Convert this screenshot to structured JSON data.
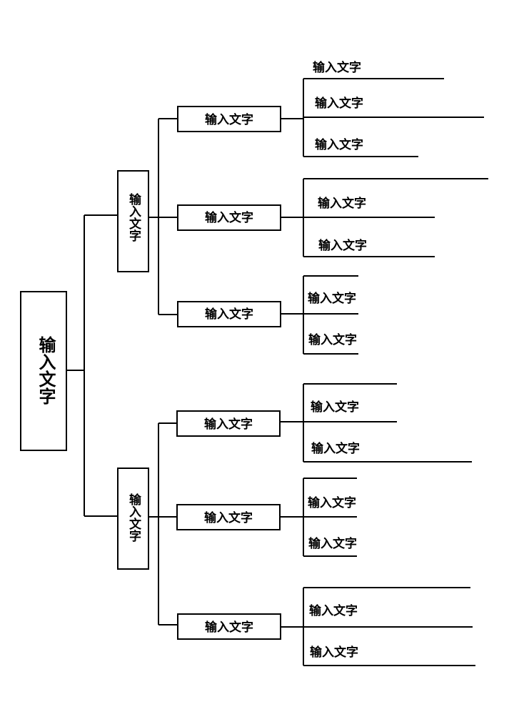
{
  "root": {
    "label": "输入文字"
  },
  "branches": [
    {
      "label": "输入文字",
      "children": [
        {
          "label": "输入文字",
          "leaves": [
            "输入文字",
            "输入文字",
            "输入文字"
          ]
        },
        {
          "label": "输入文字",
          "leaves": [
            "输入文字",
            "输入文字"
          ]
        },
        {
          "label": "输入文字",
          "leaves": [
            "输入文字",
            "输入文字"
          ]
        }
      ]
    },
    {
      "label": "输入文字",
      "children": [
        {
          "label": "输入文字",
          "leaves": [
            "输入文字",
            "输入文字"
          ]
        },
        {
          "label": "输入文字",
          "leaves": [
            "输入文字",
            "输入文字"
          ]
        },
        {
          "label": "输入文字",
          "leaves": [
            "输入文字",
            "输入文字"
          ]
        }
      ]
    }
  ]
}
